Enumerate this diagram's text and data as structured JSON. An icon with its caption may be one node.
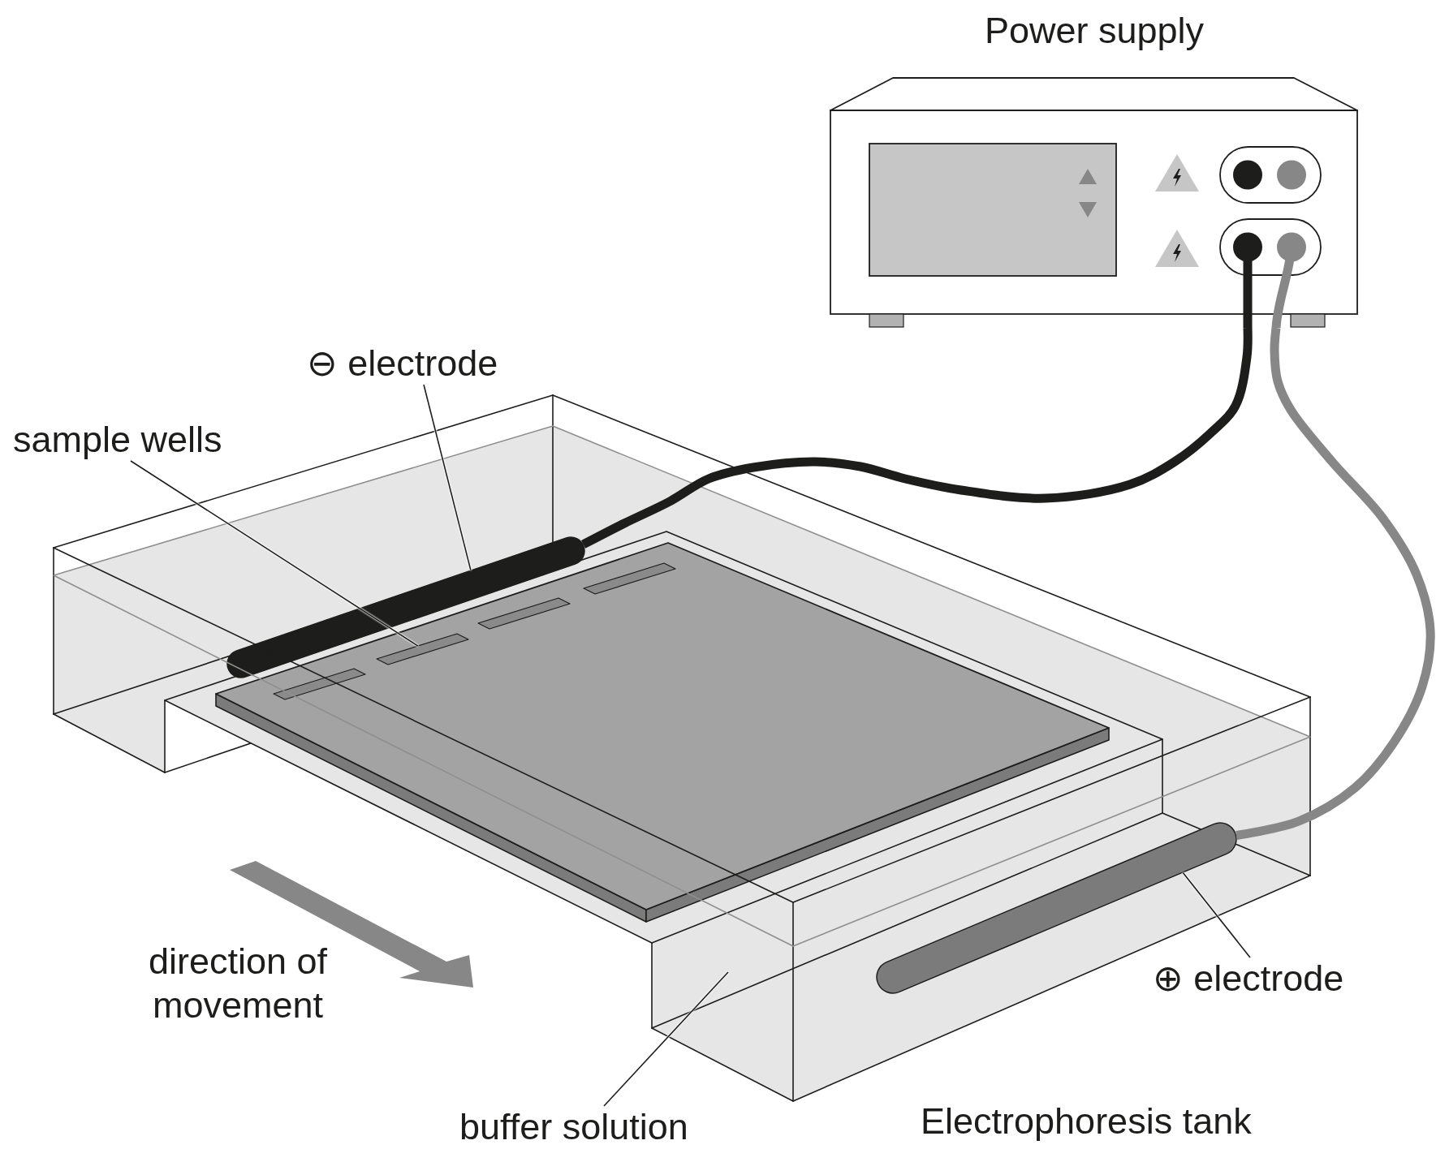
{
  "diagram": {
    "nodes": [
      {
        "text": [
          "Power supply"
        ]
      },
      {
        "text": [
          "⊖ electrode"
        ]
      },
      {
        "text": [],
        "shape": "bar"
      },
      {
        "text": [
          "sample wells"
        ]
      },
      {
        "text": [],
        "shape": "box"
      },
      {
        "text": [
          "⊕ electrode"
        ]
      },
      {
        "text": [],
        "shape": "bar"
      },
      {
        "text": [
          "buffer solution"
        ]
      }
    ],
    "edges": [
      {
        "from": 0,
        "to": 2,
        "arrow": "none",
        "style": "thick"
      },
      {
        "from": 0,
        "to": 6,
        "arrow": "none",
        "style": "thick",
        "color": "#878787"
      },
      {
        "from": 1,
        "to": 2,
        "arrow": "none"
      },
      {
        "from": 3,
        "to": 4,
        "arrow": "none"
      },
      {
        "from": 5,
        "to": 6,
        "arrow": "none"
      },
      {
        "from": 7,
        "to": null,
        "arrow": "none"
      }
    ],
    "labels": [
      "direction of movement",
      "Electrophoresis tank"
    ]
  }
}
